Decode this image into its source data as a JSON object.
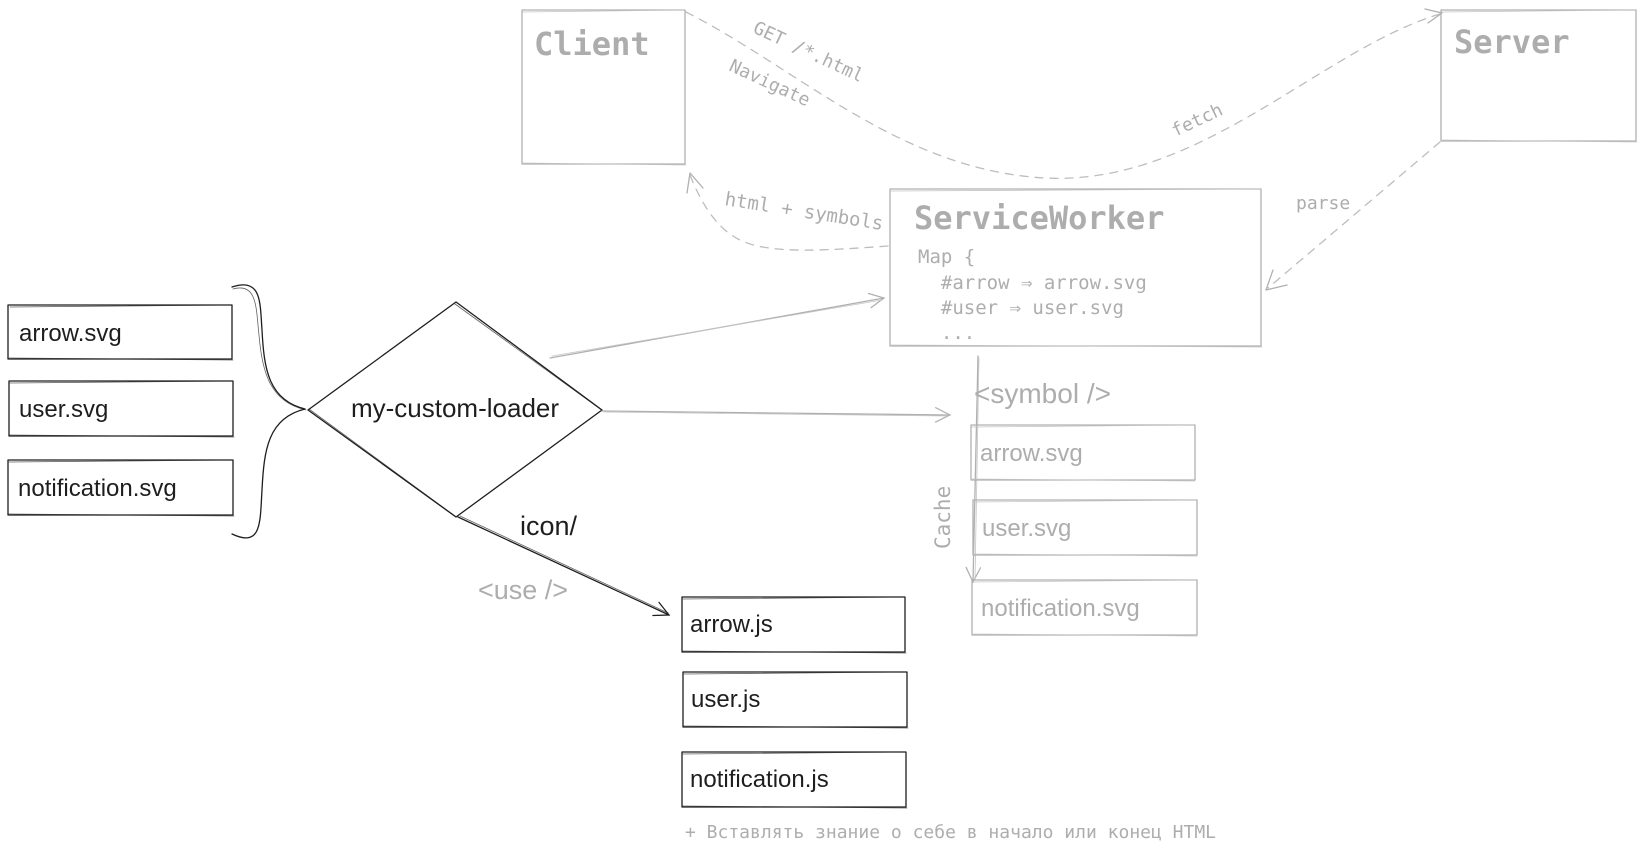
{
  "left_files": [
    "arrow.svg",
    "user.svg",
    "notification.svg"
  ],
  "loader": {
    "label": "my-custom-loader"
  },
  "icon_label": "icon/",
  "use_label": "<use />",
  "js_files": [
    "arrow.js",
    "user.js",
    "notification.js"
  ],
  "note": "+ Вставлять знание о себе в начало или конец HTML",
  "client": {
    "title": "Client"
  },
  "server": {
    "title": "Server"
  },
  "service_worker": {
    "title": "ServiceWorker",
    "code": [
      "Map {",
      "  #arrow ⇒ arrow.svg",
      "  #user ⇒ user.svg",
      "  ..."
    ]
  },
  "edges": {
    "get": "GET /*.html",
    "navigate": "Navigate",
    "fetch": "fetch",
    "parse": "parse",
    "html_symbols": "html + symbols"
  },
  "symbol_label": "<symbol />",
  "cache_label": "Cache",
  "cache_files": [
    "arrow.svg",
    "user.svg",
    "notification.svg"
  ]
}
